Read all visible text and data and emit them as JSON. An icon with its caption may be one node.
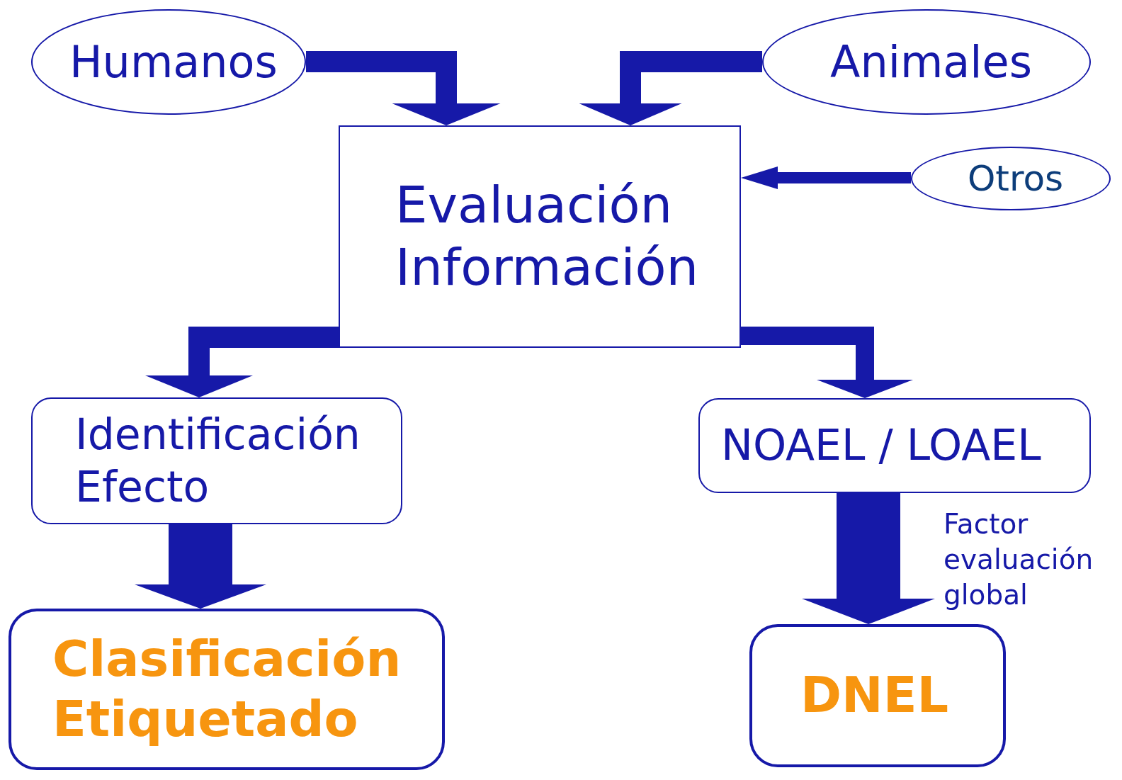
{
  "diagram": {
    "nodes": [
      {
        "text": [
          "Humanos"
        ]
      },
      {
        "text": [
          "Animales"
        ]
      },
      {
        "text": [
          "Evaluación Información"
        ]
      },
      {
        "text": [
          "Otros"
        ]
      },
      {
        "text": [
          "Identificación Efecto"
        ]
      },
      {
        "text": [
          "NOAEL / LOAEL"
        ]
      },
      {
        "text": [
          "Clasificación Etiquetado"
        ]
      },
      {
        "text": [
          "DNEL"
        ]
      }
    ],
    "edges": [
      {
        "from": 0,
        "to": 2,
        "arrow": "to"
      },
      {
        "from": 1,
        "to": 2,
        "arrow": "to"
      },
      {
        "from": 3,
        "to": 2,
        "arrow": "to"
      },
      {
        "from": 2,
        "to": 4,
        "arrow": "to"
      },
      {
        "from": 2,
        "to": 5,
        "arrow": "to"
      },
      {
        "from": 4,
        "to": 6,
        "arrow": "to",
        "style": "thick"
      },
      {
        "from": 5,
        "to": 7,
        "label": "Factor evaluación global",
        "arrow": "to",
        "style": "thick"
      }
    ]
  }
}
